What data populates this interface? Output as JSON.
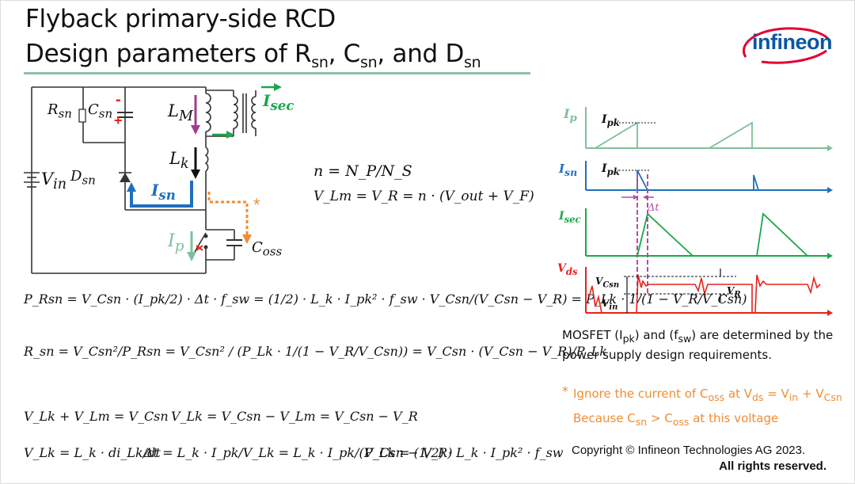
{
  "title": {
    "line1": "Flyback primary-side RCD",
    "line2_parts": [
      "Design parameters of R",
      "sn",
      ", C",
      "sn",
      ", and D",
      "sn"
    ]
  },
  "logo": {
    "text": "infineon"
  },
  "circuit": {
    "labels": {
      "rsn": "R",
      "rsn_sub": "sn",
      "csn": "C",
      "csn_sub": "sn",
      "lm": "L",
      "lm_sub": "M",
      "lk": "L",
      "lk_sub": "k",
      "vin": "V",
      "vin_sub": "in",
      "dsn": "D",
      "dsn_sub": "sn",
      "isn": "I",
      "isn_sub": "sn",
      "ip": "I",
      "ip_sub": "p",
      "isec": "I",
      "isec_sub": "sec",
      "coss": "C",
      "coss_sub": "oss",
      "minus": "-",
      "plus": "+",
      "star": "*"
    },
    "equations": {
      "n": "n = N_P/N_S",
      "vlm": "V_Lm = V_R = n · (V_out + V_F)"
    }
  },
  "formulas": {
    "prsn": "P_Rsn = V_Csn · (I_pk/2) · Δt · f_sw = (1/2) · L_k · I_pk² · f_sw · V_Csn/(V_Csn − V_R) = P_Lk · 1/(1 − V_R/V_Csn)",
    "rsn": "R_sn = V_Csn²/P_Rsn = V_Csn² / (P_Lk · 1/(1 − V_R/V_Csn)) = V_Csn · (V_Csn − V_R)/P_Lk",
    "vlk_sum": "V_Lk + V_Lm = V_Csn",
    "vlk_diff": "V_Lk = V_Csn − V_Lm = V_Csn − V_R",
    "vlk_di": "V_Lk = L_k · di_Lk/dt",
    "dt": "Δt = L_k · I_pk/V_Lk = L_k · I_pk/(V_Csn − V_R)",
    "plk": "P_Lk = (1/2) · L_k · I_pk² · f_sw"
  },
  "waveforms": {
    "ip_label": "I",
    "ip_sub": "p",
    "isn_label": "I",
    "isn_sub": "sn",
    "isec_label": "I",
    "isec_sub": "sec",
    "vds_label": "V",
    "vds_sub": "ds",
    "ipk": "I",
    "ipk_sub": "pk",
    "dt": "Δt",
    "vcsn": "V",
    "vcsn_sub": "Csn",
    "vin": "V",
    "vin_sub": "in",
    "vr": "V",
    "vr_sub": "R",
    "colors": {
      "ip": "#7fbf9a",
      "isn": "#1f6fbf",
      "isec": "#1aa84a",
      "vds": "#e8221c",
      "dt": "#b04fa0"
    }
  },
  "notes": {
    "mosfet_parts": [
      "MOSFET (I",
      "pk",
      ") and (f",
      "sw",
      ") are determined by the"
    ],
    "mosfet2": "power supply design requirements.",
    "ignore_parts": [
      "Ignore the current of C",
      "oss",
      " at V",
      "ds",
      " = V",
      "in",
      " + V",
      "Csn"
    ],
    "because_parts": [
      "Because C",
      "sn",
      "  >  C",
      "oss",
      " at this voltage"
    ],
    "star": "*"
  },
  "footer": {
    "copyright": "Copyright © Infineon Technologies AG 2023.",
    "rights": "All rights reserved."
  }
}
